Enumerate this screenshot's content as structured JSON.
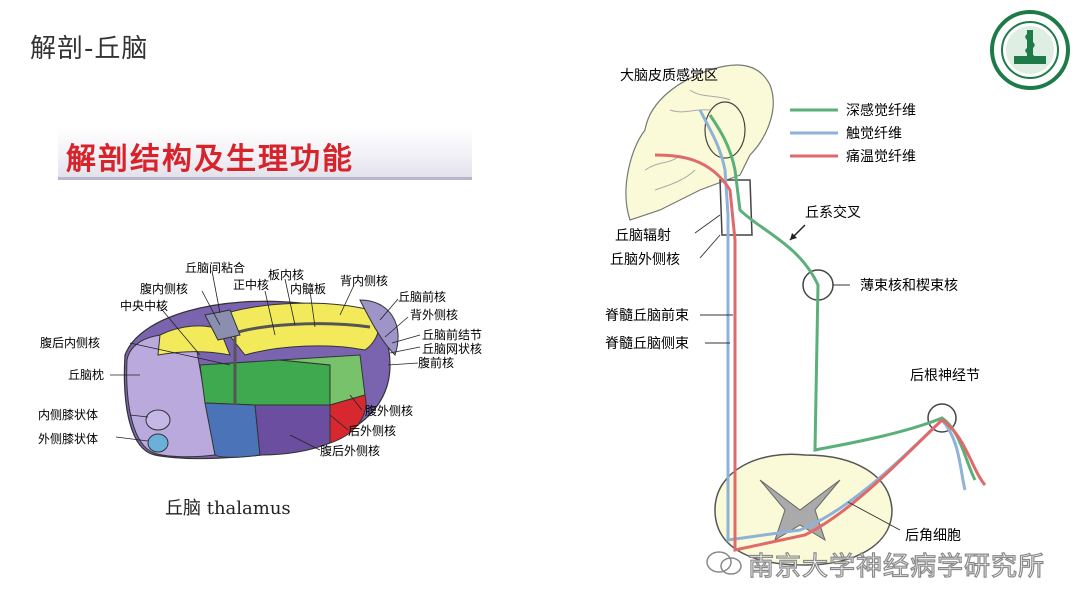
{
  "slide": {
    "title": "解剖-丘脑",
    "section_heading": "解剖结构及生理功能"
  },
  "thalamus_figure": {
    "caption": "丘脑 thalamus",
    "labels": {
      "interthalamic_adhesion": "丘脑间粘合",
      "internal_lamina": "板内核",
      "ventromedial": "腹内侧核",
      "centromedian": "正中核",
      "central_median": "中央中核",
      "internal_medullary": "内髓板",
      "dorsomedial": "背内侧核",
      "anterior": "丘脑前核",
      "dorsolateral": "背外侧核",
      "anterior_tubercle": "丘脑前结节",
      "reticular": "丘脑网状核",
      "ventral_anterior": "腹前核",
      "ventral_posteromedial": "腹后内侧核",
      "pulvinar": "丘脑枕",
      "medial_geniculate": "内侧膝状体",
      "lateral_geniculate": "外侧膝状体",
      "ventral_lateral": "腹外侧核",
      "lateral_posterior": "后外侧核",
      "ventral_posterolateral": "腹后外侧核"
    }
  },
  "pathway_figure": {
    "labels": {
      "cortex": "大脑皮质感觉区",
      "thalamic_radiation": "丘脑辐射",
      "lateral_thalamic_nucleus": "丘脑外侧核",
      "lemniscal_decussation": "丘系交叉",
      "gracile_cuneate": "薄束核和楔束核",
      "anterior_spinothalamic": "脊髓丘脑前束",
      "lateral_spinothalamic": "脊髓丘脑侧束",
      "dorsal_root_ganglion": "后根神经节",
      "dorsal_horn_cells": "后角细胞"
    },
    "legend": [
      {
        "label": "深感觉纤维",
        "color": "#5aaf7a"
      },
      {
        "label": "触觉纤维",
        "color": "#8fb2d8"
      },
      {
        "label": "痛温觉纤维",
        "color": "#e06a6a"
      }
    ]
  },
  "watermark": {
    "text": "南京大学神经病学研究所"
  },
  "logo": {
    "icon": "hospital-seal-icon"
  }
}
